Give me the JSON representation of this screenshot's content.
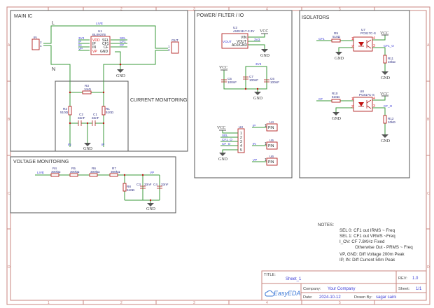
{
  "sheet": {
    "zones_x": [
      "1",
      "2",
      "3",
      "4",
      "5"
    ],
    "zones_y": [
      "A",
      "B",
      "C",
      "D"
    ]
  },
  "sections": {
    "main_ic": "MAIN IC",
    "current_monitoring": "CURRENT MONITORING",
    "voltage_monitoring": "VOLTAGE MONITORING",
    "power_filter_io": "POWER/ FILTER / IO",
    "isolators": "ISOLATORS"
  },
  "main_ic": {
    "net_live": "LIVE",
    "label_l": "L",
    "label_n": "N",
    "connector_in": {
      "ref": "IN",
      "pins": [
        "2",
        "1"
      ]
    },
    "connector_out": {
      "ref": "OUT",
      "pins": [
        "1",
        "2"
      ]
    },
    "u1": {
      "ref": "U1",
      "part": "BL0937B",
      "left_pins": [
        "VDD",
        "IP",
        "IN",
        "VP"
      ],
      "right_pins": [
        "SEL",
        "CF1",
        "CF",
        "GND"
      ],
      "left_nets": [
        "3V3",
        "IP",
        "IN",
        "VP"
      ],
      "right_nets": [
        "SEL",
        "CF1",
        "CF"
      ]
    },
    "gnd": "GND"
  },
  "current_monitoring": {
    "r3": {
      "ref": "R3",
      "value": "1mΩ"
    },
    "r2": {
      "ref": "R2",
      "value": "510Ω"
    },
    "r1": {
      "ref": "R1",
      "value": "510Ω"
    },
    "c2": {
      "ref": "C2",
      "value": "33nF"
    },
    "c1": {
      "ref": "C1",
      "value": "33nF"
    },
    "net_in": "IN",
    "net_ip": "IP",
    "gnd": "GND"
  },
  "voltage_monitoring": {
    "net_live": "LIVE",
    "resistors": [
      {
        "ref": "R4",
        "value": "300kΩ"
      },
      {
        "ref": "R5",
        "value": "300kΩ"
      },
      {
        "ref": "R6",
        "value": "300kΩ"
      },
      {
        "ref": "R7",
        "value": "300kΩ"
      }
    ],
    "r8": {
      "ref": "R8",
      "value": "510Ω"
    },
    "c3": {
      "ref": "C3",
      "value": "33nF"
    },
    "c4": {
      "ref": "C4",
      "value": "33nF"
    },
    "net_vp": "VP",
    "gnd": "GND"
  },
  "power": {
    "u2": {
      "ref": "U2",
      "part": "AMS1117-3.3V",
      "pins": [
        "VIN",
        "VOUT",
        "ADJ/GND"
      ],
      "left_pin": "VOUT"
    },
    "vcc": "VCC",
    "net_3v3": "3V3",
    "c5": {
      "ref": "C5",
      "value": "100nF"
    },
    "c7": {
      "ref": "C7",
      "value": "100nF"
    },
    "c6": {
      "ref": "C6",
      "value": "100nF"
    },
    "u3": {
      "ref": "U3",
      "pins": [
        "1",
        "2",
        "3",
        "4",
        "5"
      ],
      "nets": [
        "SEL",
        "CF1_O",
        "CF_O"
      ]
    },
    "pins": [
      {
        "ref": "U4",
        "net": "IP",
        "label": "PIN",
        "num": "1"
      },
      {
        "ref": "U5",
        "net": "IN",
        "label": "PIN",
        "num": "1"
      },
      {
        "ref": "U6",
        "net": "VP",
        "label": "PIN",
        "num": "1"
      }
    ],
    "gnd": "GND"
  },
  "isolators": {
    "u7": {
      "ref": "U7",
      "part": "PC817C-S",
      "net_in": "CF1",
      "net_out": "CF1_O",
      "pins": [
        "1",
        "2",
        "4",
        "3"
      ]
    },
    "r9": {
      "ref": "R9",
      "value": "510Ω"
    },
    "r11": {
      "ref": "R11",
      "value": "10kΩ"
    },
    "u8": {
      "ref": "U8",
      "part": "PC817C-S",
      "net_in": "CF",
      "net_out": "CF_O",
      "pins": [
        "1",
        "2",
        "4",
        "3"
      ]
    },
    "r10": {
      "ref": "R10",
      "value": "510Ω"
    },
    "r12": {
      "ref": "R12",
      "value": "10kΩ"
    },
    "vcc": "VCC",
    "gnd": "GND"
  },
  "notes": {
    "heading": "NOTES:",
    "lines": [
      "SEL 0: CF1 out IRMS ~ Freq",
      "SEL 1: CF1 out VRMS ~Freq",
      "I_OV: CF 7.8KHz Fixed",
      "Otherwise Out - PRMS ~ Freq",
      "VP, GND: Diff Voltage 200m Peak",
      "IP, IN: Diff Current 50m Peak"
    ]
  },
  "title_block": {
    "title_label": "TITLE:",
    "title": "Sheet_1",
    "rev_label": "REV:",
    "rev": "1.0",
    "company_label": "Company:",
    "company": "Your Company",
    "sheet_label": "Sheet:",
    "sheet": "1/1",
    "date_label": "Date:",
    "date": "2024-10-12",
    "drawn_label": "Drawn By:",
    "drawn_by": "sagar saini",
    "logo": "EasyEDA"
  }
}
